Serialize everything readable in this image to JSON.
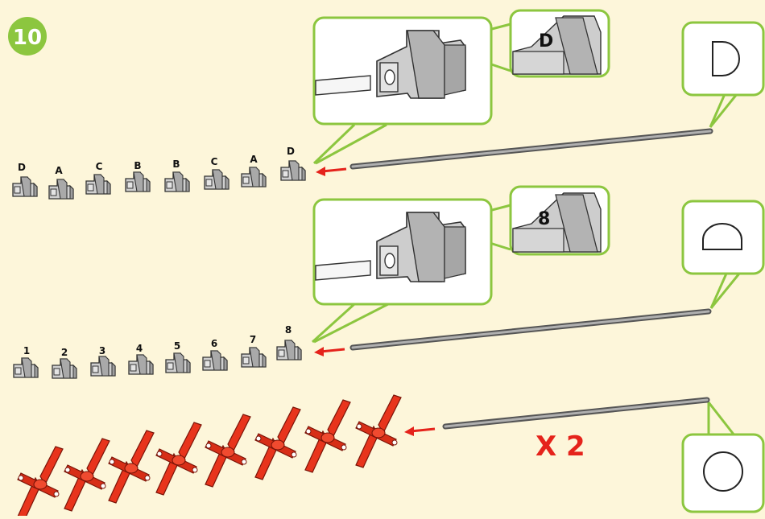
{
  "step": {
    "number": "10"
  },
  "row1": {
    "part_labels": [
      "D",
      "A",
      "C",
      "B",
      "B",
      "C",
      "A",
      "D"
    ],
    "zoom_label": "D"
  },
  "row2": {
    "part_labels": [
      "1",
      "2",
      "3",
      "4",
      "5",
      "6",
      "7",
      "8"
    ],
    "zoom_label": "8"
  },
  "row3": {
    "quantity_text": "X 2",
    "part_count": 8
  },
  "colors": {
    "background": "#fdf6da",
    "badge_green": "#8cc63f",
    "callout_border": "#8cc63f",
    "part_gray": "#c9c9c9",
    "rod_gray": "#9a9a9a",
    "red_part": "#e8341c",
    "arrow_red": "#e5231b",
    "quantity_red": "#e5231b"
  },
  "icons": {
    "row1_shape": "d-profile-shape-icon",
    "row2_shape": "half-round-shape-icon",
    "row3_shape": "round-shape-icon"
  }
}
